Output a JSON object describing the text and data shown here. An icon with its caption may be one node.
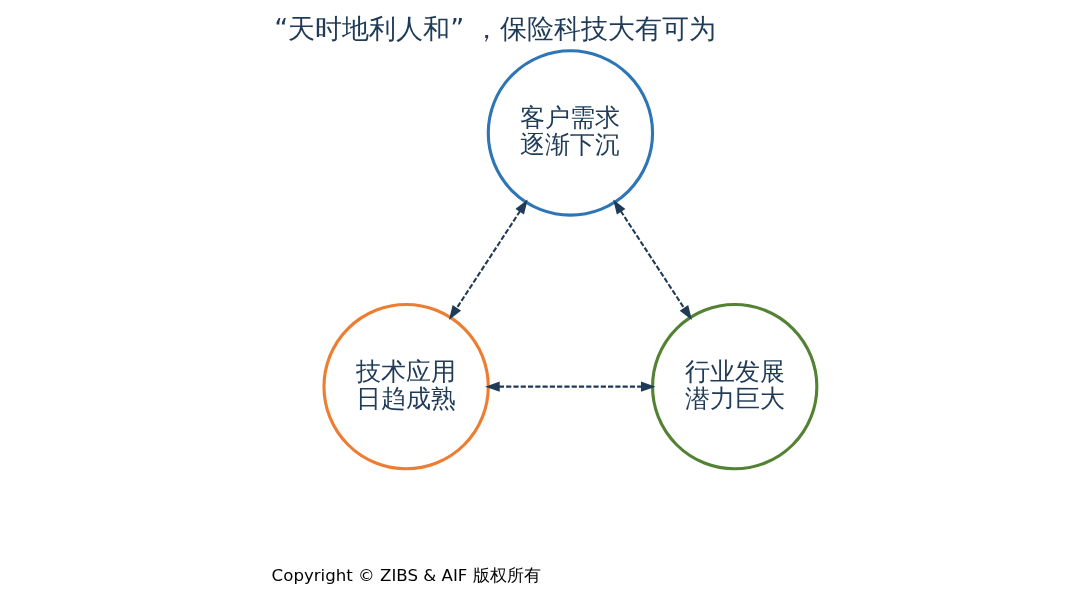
{
  "diagram": {
    "title": "“天时地利人和” ，保险科技大有可为",
    "nodes": [
      {
        "text": [
          "客户需求逐渐下沉"
        ]
      },
      {
        "text": [
          "技术应用日趋成熟"
        ]
      },
      {
        "text": [
          "行业发展潜力巨大"
        ]
      }
    ],
    "edges": [
      {
        "from": 0,
        "to": 1,
        "arrow": "both",
        "style": "dashed"
      },
      {
        "from": 0,
        "to": 2,
        "arrow": "both",
        "style": "dashed"
      },
      {
        "from": 1,
        "to": 2,
        "arrow": "both",
        "style": "dashed"
      }
    ],
    "labels": [
      "Copyright © ZIBS & AIF 版权所有"
    ]
  }
}
